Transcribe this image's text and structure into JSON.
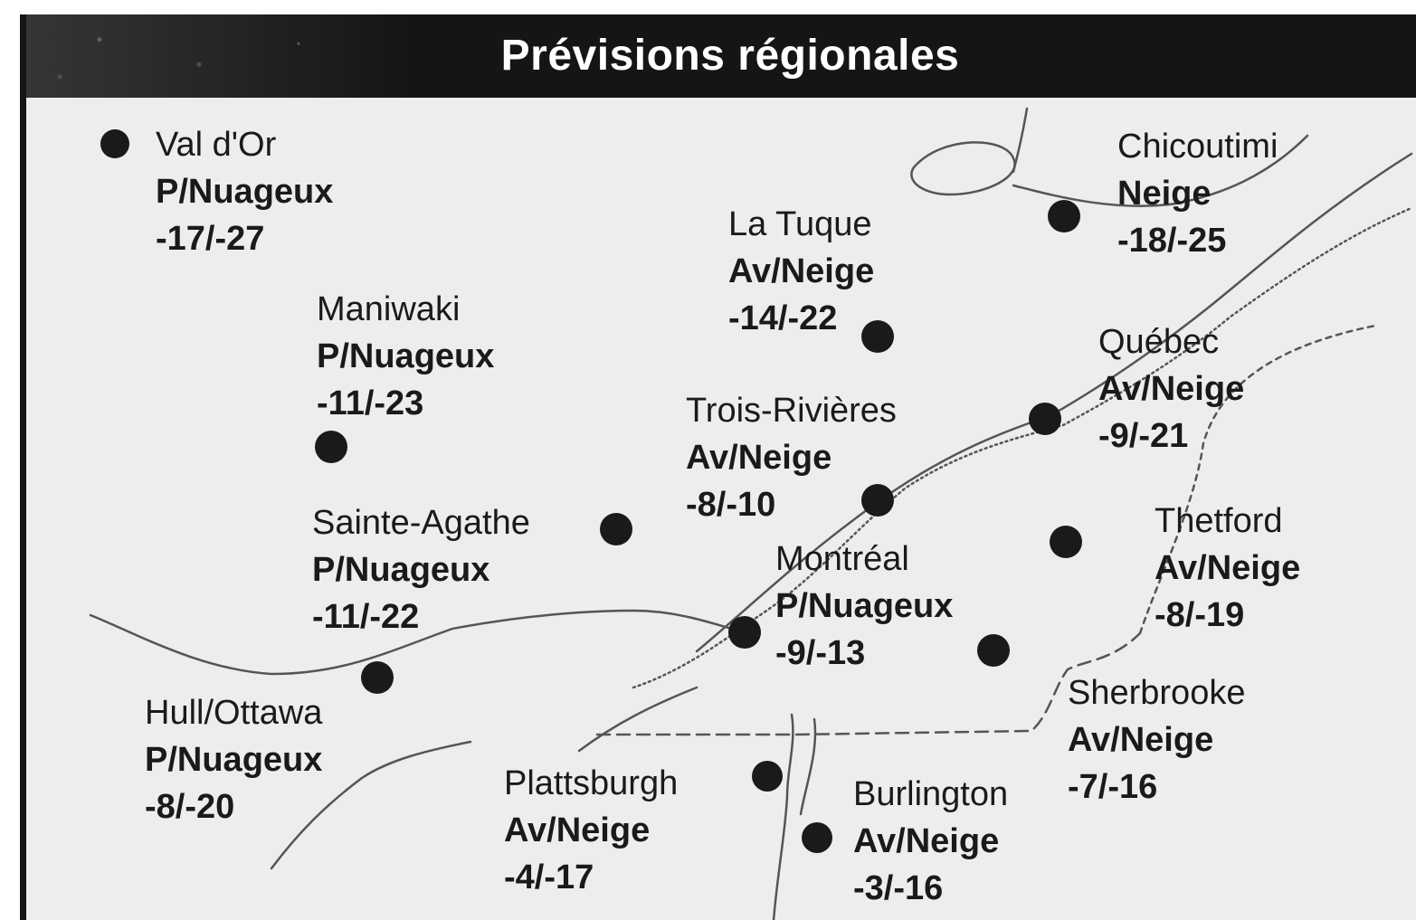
{
  "title": "Prévisions régionales",
  "colors": {
    "header_bg": "#151515",
    "header_text": "#ffffff",
    "map_bg": "#ededed",
    "city_dot": "#1a1a1a",
    "lines": "#555555"
  },
  "cities": [
    {
      "id": "val-dor",
      "name": "Val d'Or",
      "condition": "P/Nuageux",
      "temps": "-17/-27"
    },
    {
      "id": "chicoutimi",
      "name": "Chicoutimi",
      "condition": "Neige",
      "temps": "-18/-25"
    },
    {
      "id": "la-tuque",
      "name": "La Tuque",
      "condition": "Av/Neige",
      "temps": "-14/-22"
    },
    {
      "id": "maniwaki",
      "name": "Maniwaki",
      "condition": "P/Nuageux",
      "temps": "-11/-23"
    },
    {
      "id": "quebec",
      "name": "Québec",
      "condition": "Av/Neige",
      "temps": "-9/-21"
    },
    {
      "id": "trois-rivieres",
      "name": "Trois-Rivières",
      "condition": "Av/Neige",
      "temps": "-8/-10"
    },
    {
      "id": "sainte-agathe",
      "name": "Sainte-Agathe",
      "condition": "P/Nuageux",
      "temps": "-11/-22"
    },
    {
      "id": "thetford",
      "name": "Thetford",
      "condition": "Av/Neige",
      "temps": "-8/-19"
    },
    {
      "id": "montreal",
      "name": "Montréal",
      "condition": "P/Nuageux",
      "temps": "-9/-13"
    },
    {
      "id": "sherbrooke",
      "name": "Sherbrooke",
      "condition": "Av/Neige",
      "temps": "-7/-16"
    },
    {
      "id": "hull-ottawa",
      "name": "Hull/Ottawa",
      "condition": "P/Nuageux",
      "temps": "-8/-20"
    },
    {
      "id": "plattsburgh",
      "name": "Plattsburgh",
      "condition": "Av/Neige",
      "temps": "-4/-17"
    },
    {
      "id": "burlington",
      "name": "Burlington",
      "condition": "Av/Neige",
      "temps": "-3/-16"
    }
  ]
}
